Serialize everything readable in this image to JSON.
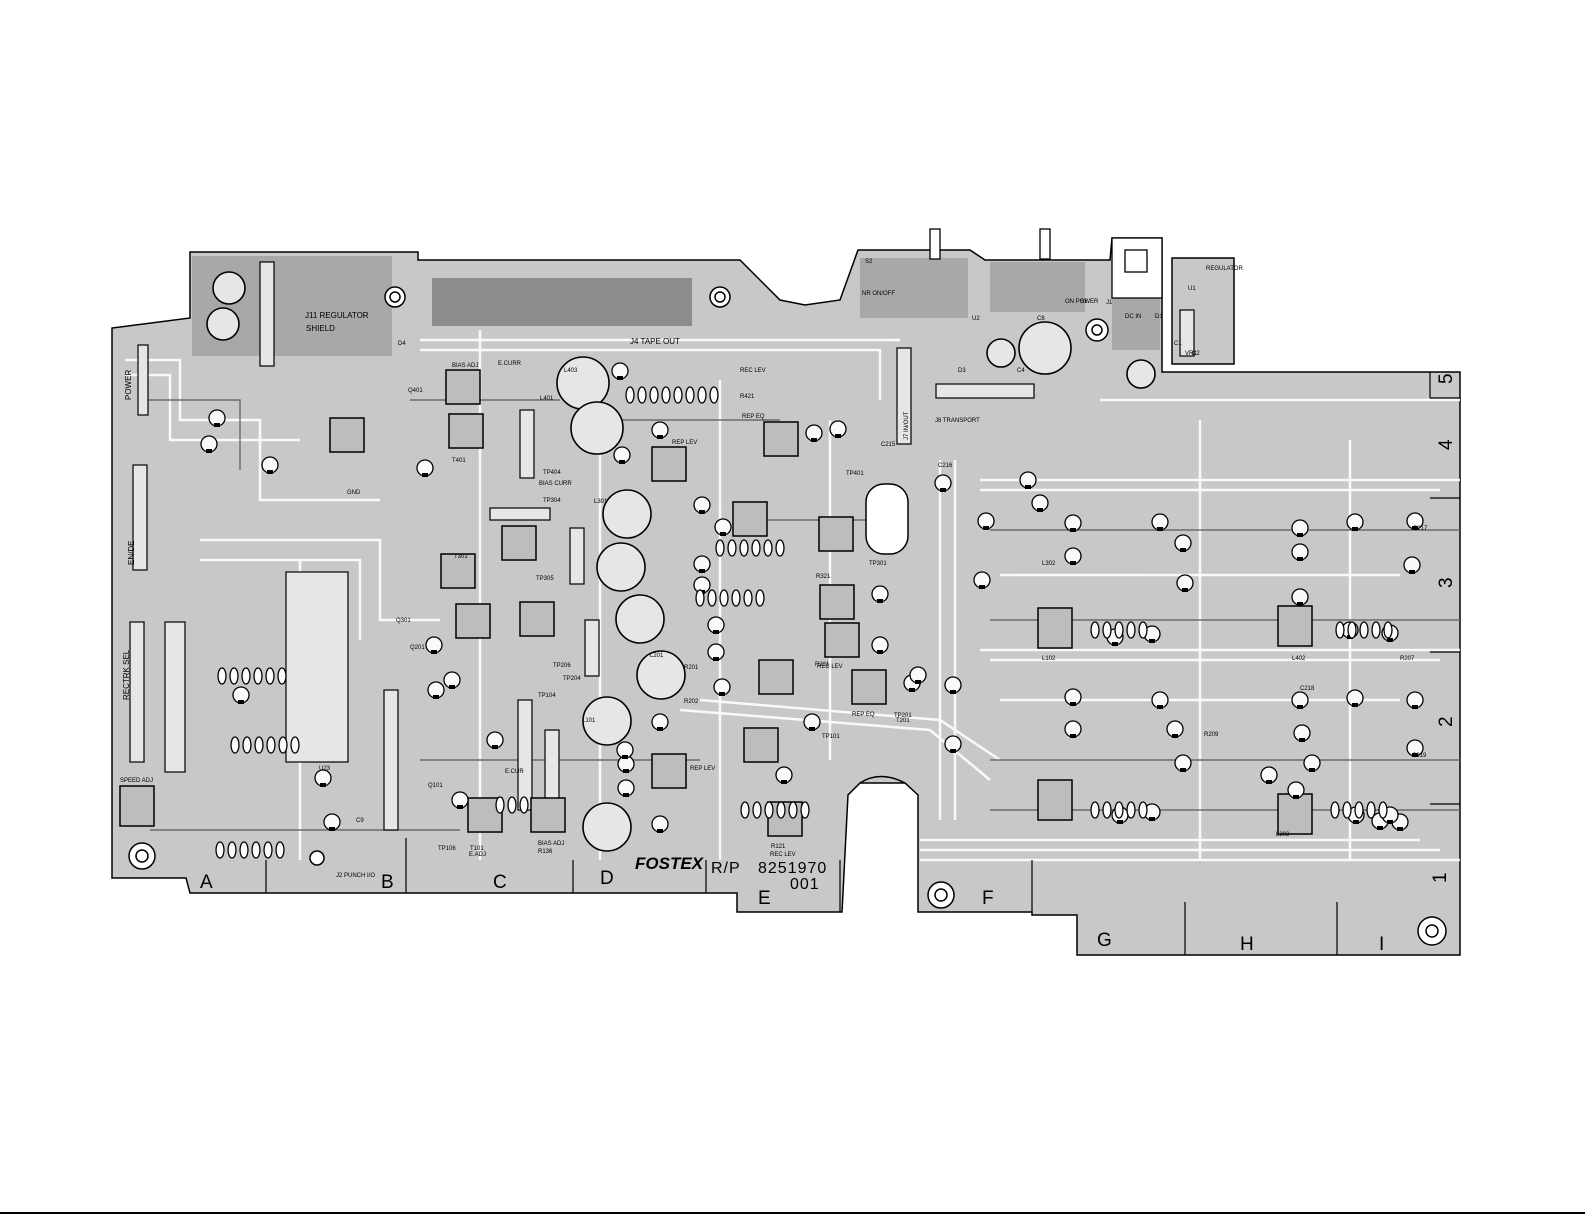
{
  "board": {
    "brand": "FOSTEX",
    "part_prefix": "R/P",
    "part_number": "8251970",
    "revision": "001"
  },
  "column_labels": [
    "A",
    "B",
    "C",
    "D",
    "E",
    "F",
    "G",
    "H",
    "I"
  ],
  "row_labels": [
    "5",
    "4",
    "3",
    "2",
    "1"
  ],
  "connectors": {
    "power": "POWER",
    "en_de": "EN/DE",
    "rectrk_sel": "RECTRK SEL",
    "j11_regulator": "J11 REGULATOR",
    "shield": "SHIELD",
    "tape_out": "J4   TAPE OUT",
    "j7_in_out": "J7 IN/OUT",
    "j8_transport": "J8 TRANSPORT",
    "punch": "J2 PUNCH I/O",
    "nr_onoff": "NR ON/OFF",
    "on_power": "ON  POWER",
    "dc_in": "DC IN",
    "regulator_sub": "REGULATOR",
    "speed_adj": "SPEED ADJ"
  },
  "silkscreen": [
    "BIAS ADJ",
    "E.CURR",
    "REC LEV",
    "REP EQ",
    "REP LEV",
    "BIAS CURR",
    "GND",
    "TP401",
    "TP404",
    "TP301",
    "TP304",
    "TP305",
    "TP201",
    "TP204",
    "TP206",
    "TP101",
    "TP104",
    "TP106",
    "REC LEV",
    "REP EQ",
    "E.ADJ",
    "E.CUR",
    "BIAS ADJ",
    "REP LEV",
    "REC LEV",
    "R121",
    "R136",
    "R221",
    "R321",
    "R421",
    "L101",
    "L102",
    "L201",
    "L202",
    "L301",
    "L302",
    "L401",
    "L402",
    "L403",
    "U23",
    "U1",
    "U2",
    "VR1",
    "C1",
    "C2",
    "C4",
    "C8",
    "C9",
    "D1",
    "D3",
    "D4",
    "T101",
    "T201",
    "T301",
    "T401",
    "Q101",
    "Q201",
    "Q301",
    "Q401",
    "J1",
    "S1",
    "S2",
    "C215",
    "C216",
    "C217",
    "C218",
    "C219",
    "R201",
    "R202",
    "R207",
    "R209"
  ]
}
